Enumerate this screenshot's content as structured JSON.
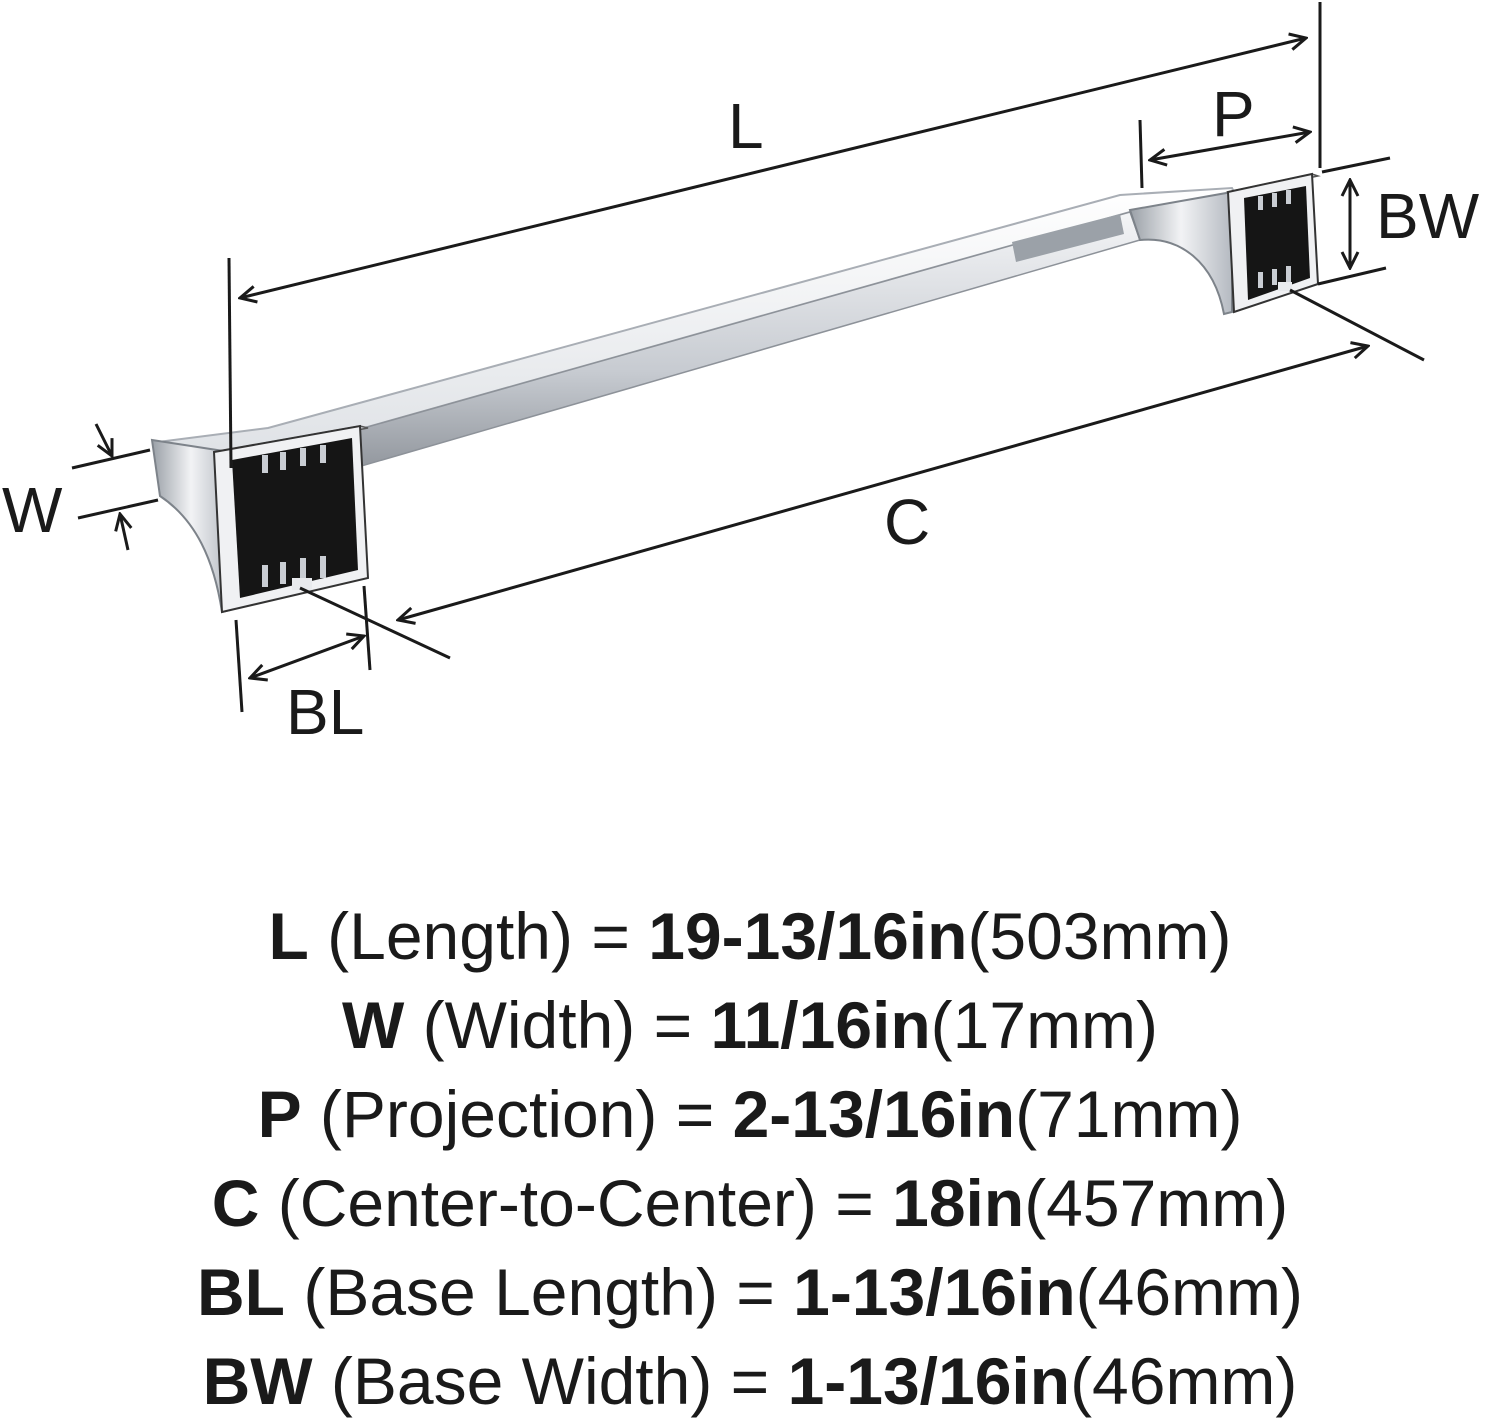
{
  "diagram": {
    "labels": {
      "length": "L",
      "projection": "P",
      "base_width": "BW",
      "width": "W",
      "center_to_center": "C",
      "base_length": "BL"
    }
  },
  "specs": [
    {
      "letter": "L",
      "name": " (Length) = ",
      "imperial": "19-13/16in",
      "metric": "(503mm)"
    },
    {
      "letter": "W",
      "name": " (Width) = ",
      "imperial": "11/16in",
      "metric": "(17mm)"
    },
    {
      "letter": "P",
      "name": " (Projection) = ",
      "imperial": "2-13/16in",
      "metric": "(71mm)"
    },
    {
      "letter": "C",
      "name": " (Center-to-Center) = ",
      "imperial": "18in",
      "metric": "(457mm)"
    },
    {
      "letter": "BL",
      "name": " (Base Length) = ",
      "imperial": "1-13/16in",
      "metric": "(46mm)"
    },
    {
      "letter": "BW",
      "name": " (Base Width) = ",
      "imperial": "1-13/16in",
      "metric": "(46mm)"
    }
  ],
  "colors": {
    "ink": "#1a1a1a",
    "chrome_light": "#eef0f3",
    "chrome_mid": "#c9cdd3",
    "chrome_dark": "#6e737a",
    "base_shadow": "#151515"
  }
}
